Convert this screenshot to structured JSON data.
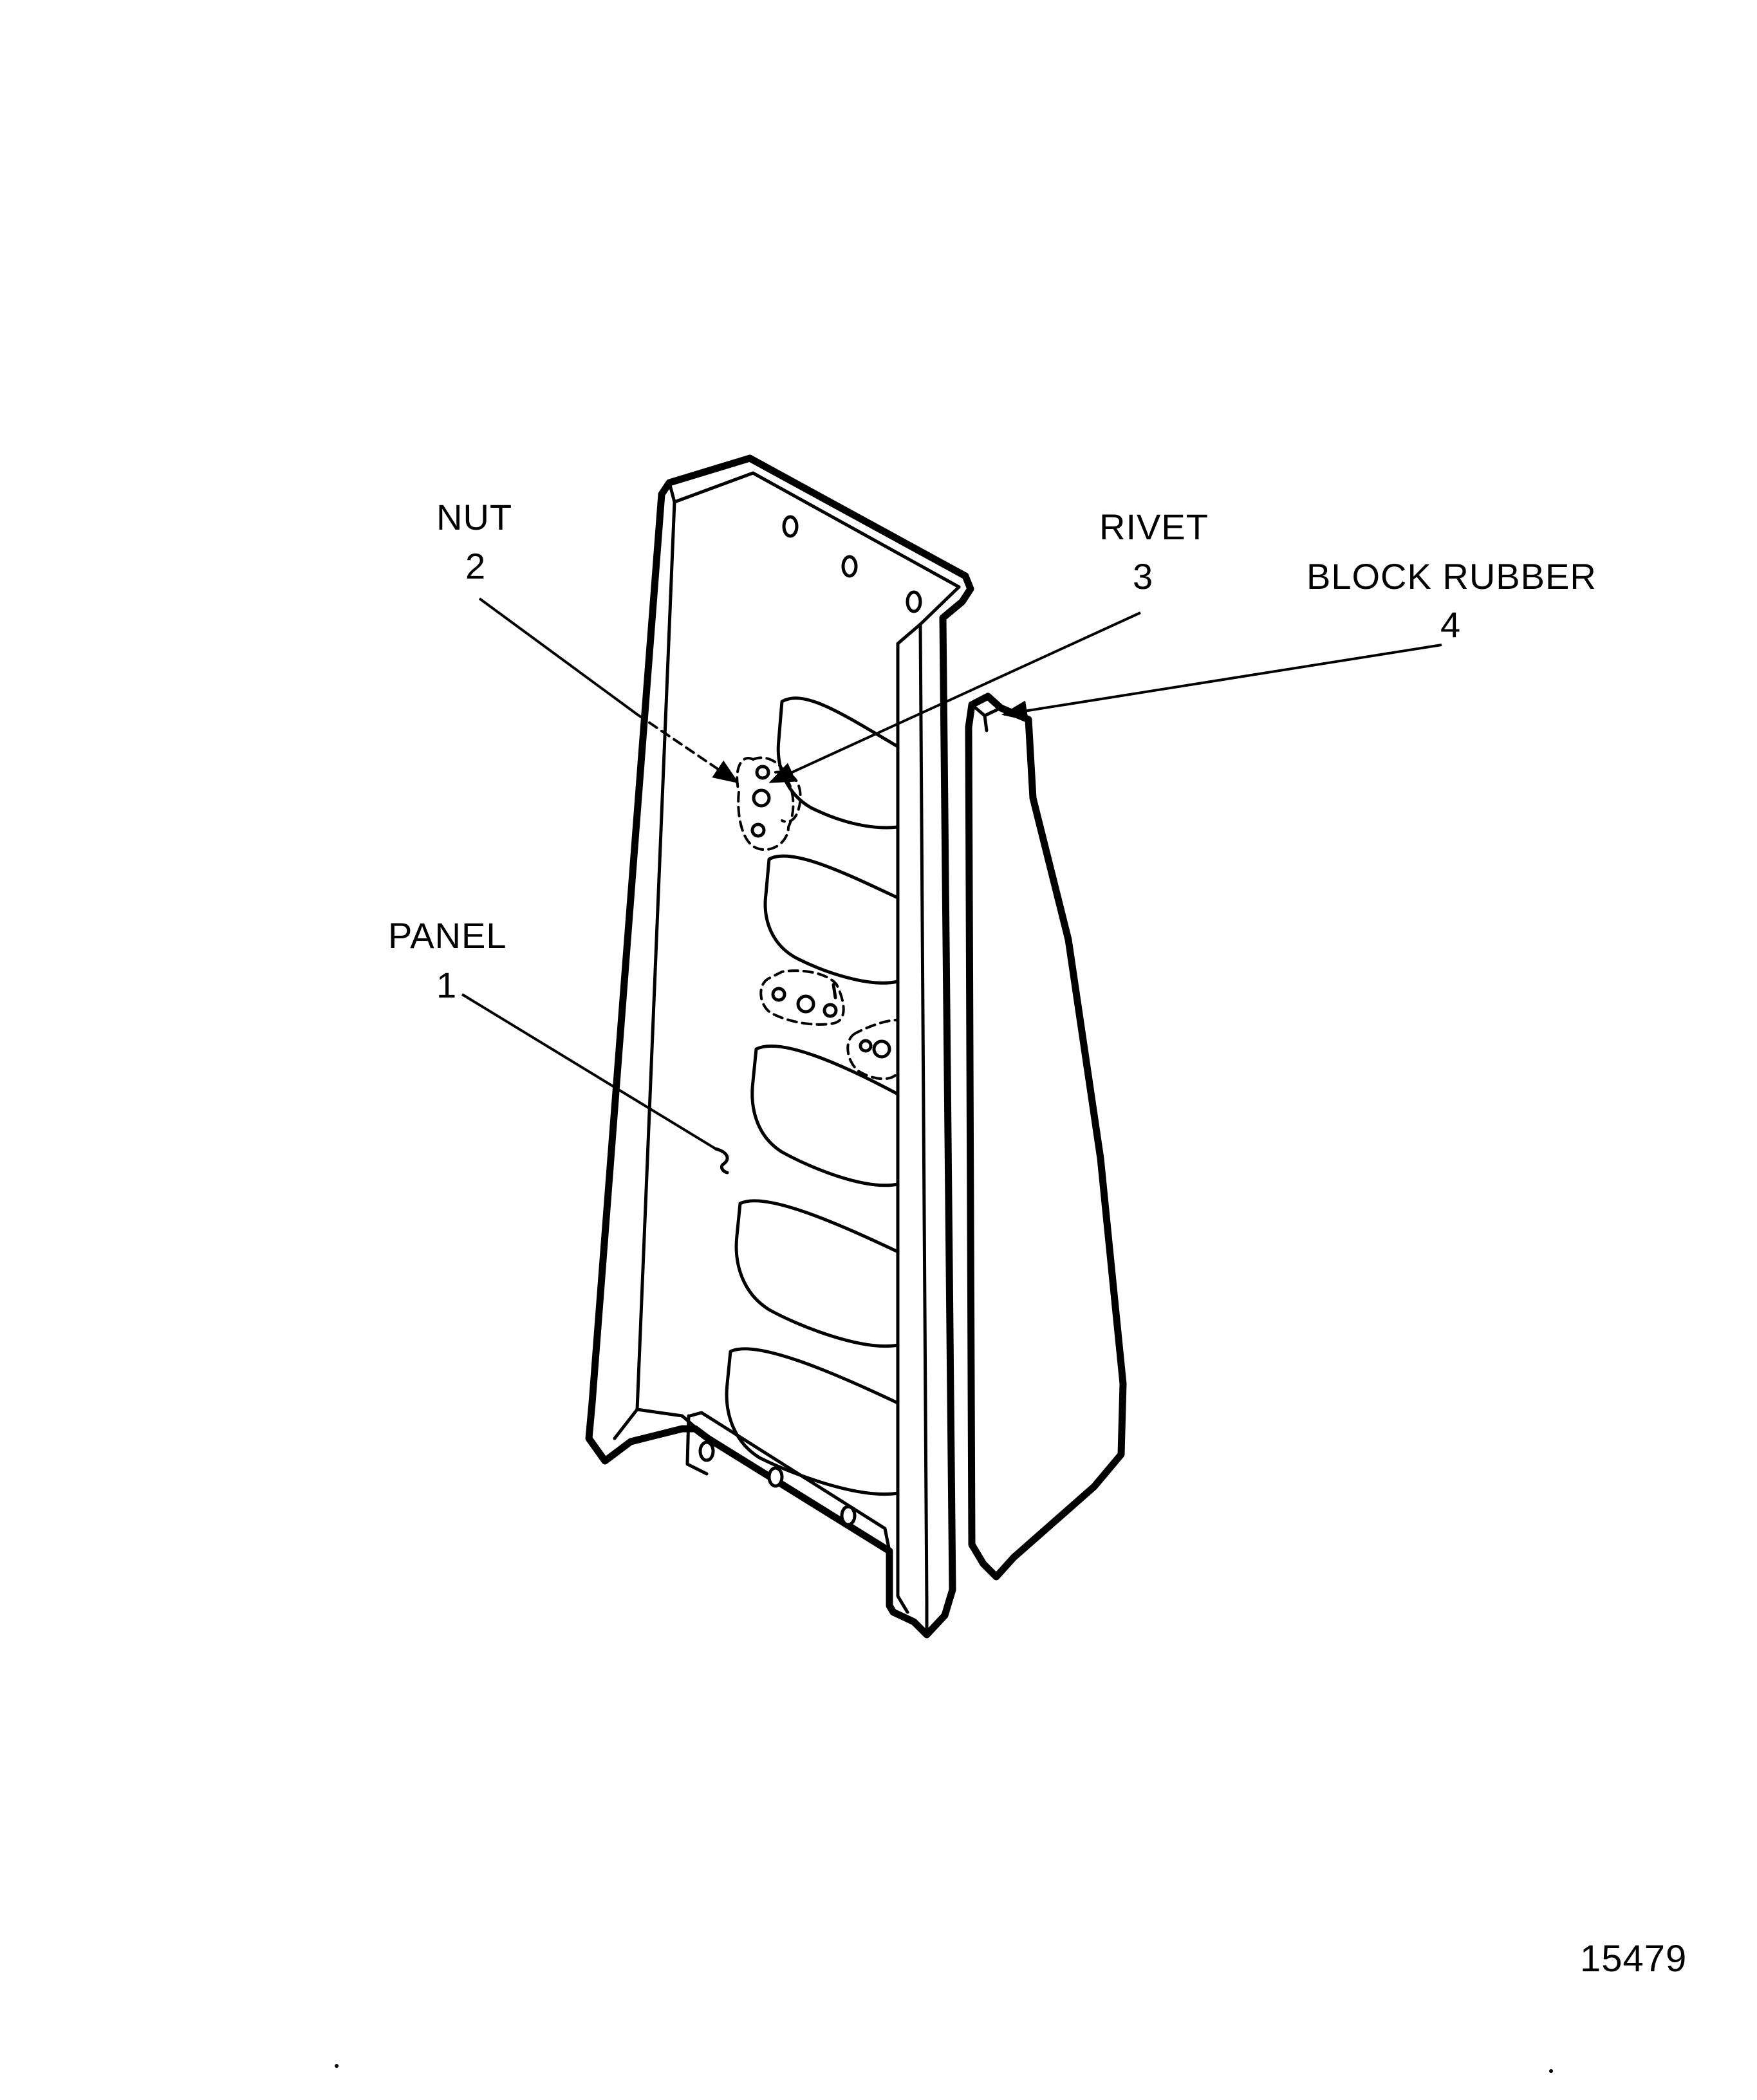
{
  "callouts": [
    {
      "name": "NUT",
      "number": "2"
    },
    {
      "name": "RIVET",
      "number": "3"
    },
    {
      "name": "BLOCK RUBBER",
      "number": "4"
    },
    {
      "name": "PANEL",
      "number": "1"
    }
  ],
  "figure_number": "15479"
}
